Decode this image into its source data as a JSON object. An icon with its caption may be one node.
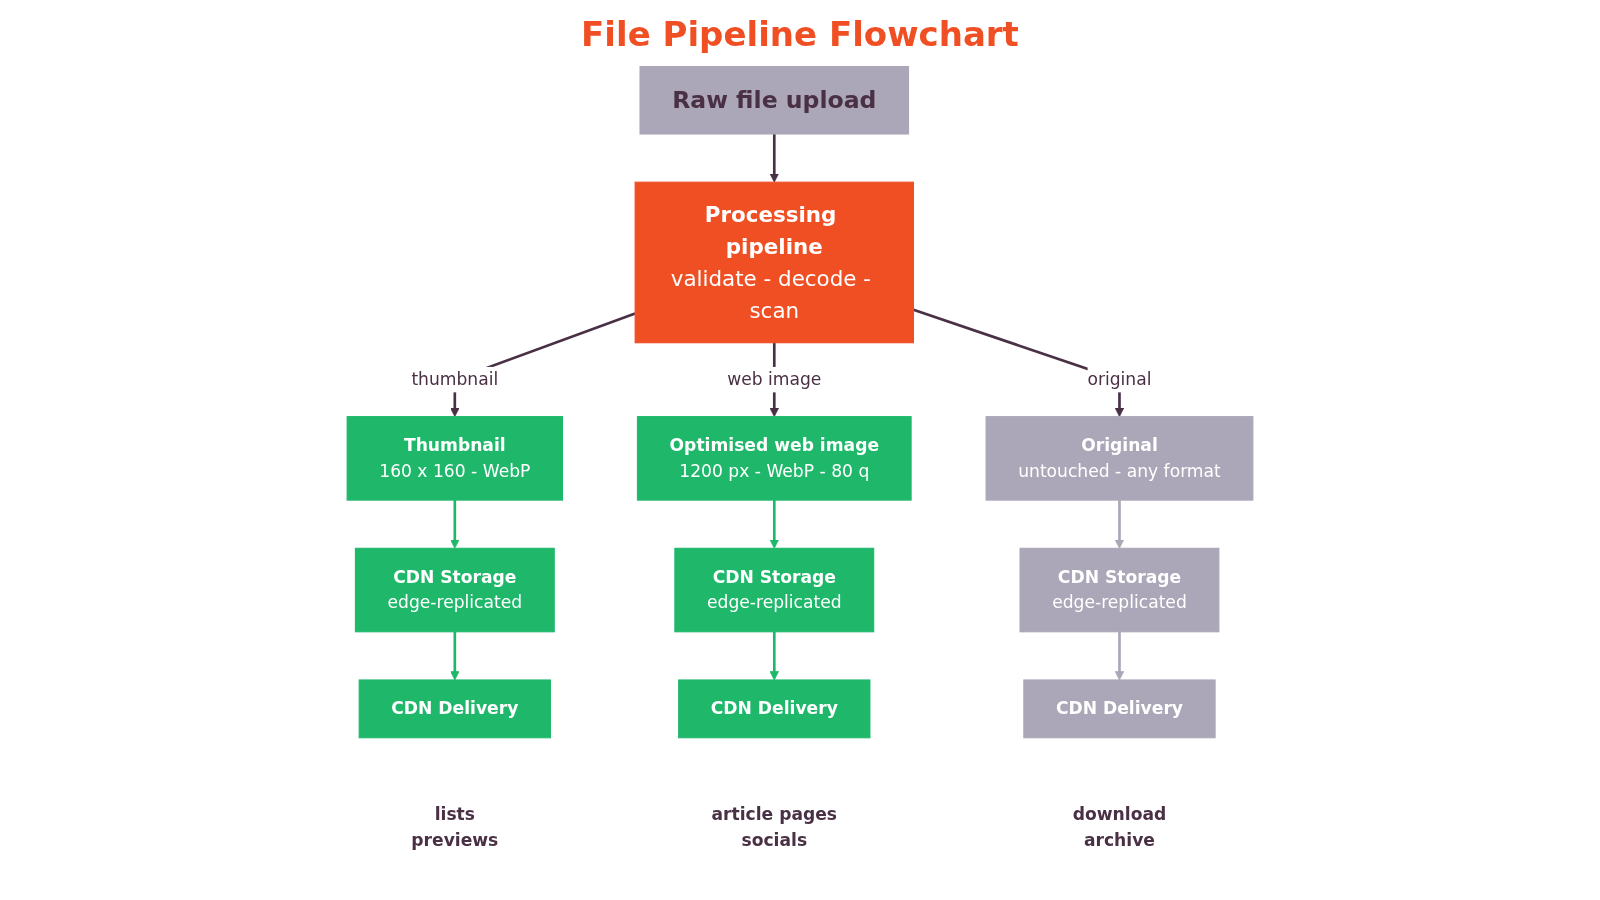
{
  "diagram": {
    "title": "File Pipeline Flowchart",
    "nodes": [
      {
        "text": [
          "Raw file upload"
        ]
      },
      {
        "text": [
          "Processing pipeline",
          "validate - decode - scan"
        ]
      },
      {
        "text": [
          "Thumbnail",
          "160 x 160 - WebP"
        ]
      },
      {
        "text": [
          "CDN Storage",
          "edge-replicated"
        ]
      },
      {
        "text": [
          "CDN Delivery"
        ],
        "beside": [
          "lists",
          "previews"
        ]
      },
      {
        "text": [
          "Optimised web image",
          "1200 px - WebP - 80 q"
        ]
      },
      {
        "text": [
          "CDN Storage",
          "edge-replicated"
        ]
      },
      {
        "text": [
          "CDN Delivery"
        ],
        "beside": [
          "article pages",
          "socials"
        ]
      },
      {
        "text": [
          "Original",
          "untouched - any format"
        ]
      },
      {
        "text": [
          "CDN Storage",
          "edge-replicated"
        ]
      },
      {
        "text": [
          "CDN Delivery"
        ],
        "beside": [
          "download",
          "archive"
        ]
      }
    ],
    "edges": [
      {
        "from": 0,
        "to": 1,
        "arrow": "to"
      },
      {
        "from": 1,
        "to": 2,
        "arrow": "to",
        "label": "thumbnail"
      },
      {
        "from": 1,
        "to": 5,
        "arrow": "to",
        "label": "web image"
      },
      {
        "from": 1,
        "to": 8,
        "arrow": "to",
        "label": "original"
      },
      {
        "from": 2,
        "to": 3,
        "arrow": "to",
        "color": "#1fb86b"
      },
      {
        "from": 3,
        "to": 4,
        "arrow": "to",
        "color": "#1fb86b"
      },
      {
        "from": 5,
        "to": 6,
        "arrow": "to",
        "color": "#1fb86b"
      },
      {
        "from": 6,
        "to": 7,
        "arrow": "to",
        "color": "#1fb86b"
      },
      {
        "from": 8,
        "to": 9,
        "arrow": "to",
        "color": "#aba7b8"
      },
      {
        "from": 9,
        "to": 10,
        "arrow": "to",
        "color": "#aba7b8"
      }
    ]
  }
}
